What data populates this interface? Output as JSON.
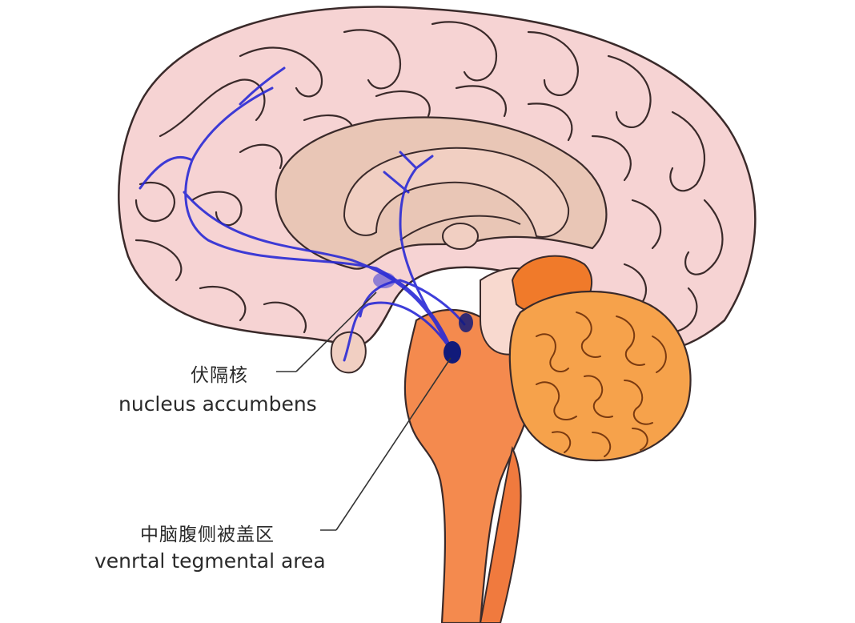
{
  "labels": {
    "nucleus_accumbens_zh": "伏隔核",
    "nucleus_accumbens_en": "nucleus accumbens",
    "vta_zh": "中脑腹侧被盖区",
    "vta_en": "venrtal tegmental area"
  },
  "colors": {
    "cortex": "#f6d3d3",
    "cortex_outline": "#3a2a2a",
    "inner_region": "#e9c6b6",
    "corpus_callosum": "#f1cfc2",
    "brainstem": "#f48a4e",
    "cerebellum": "#f6a24b",
    "cerebellum_dark": "#f07a2a",
    "pathway": "#2a2ad6",
    "pathway_dark": "#111a7a",
    "leader_line": "#333333"
  }
}
